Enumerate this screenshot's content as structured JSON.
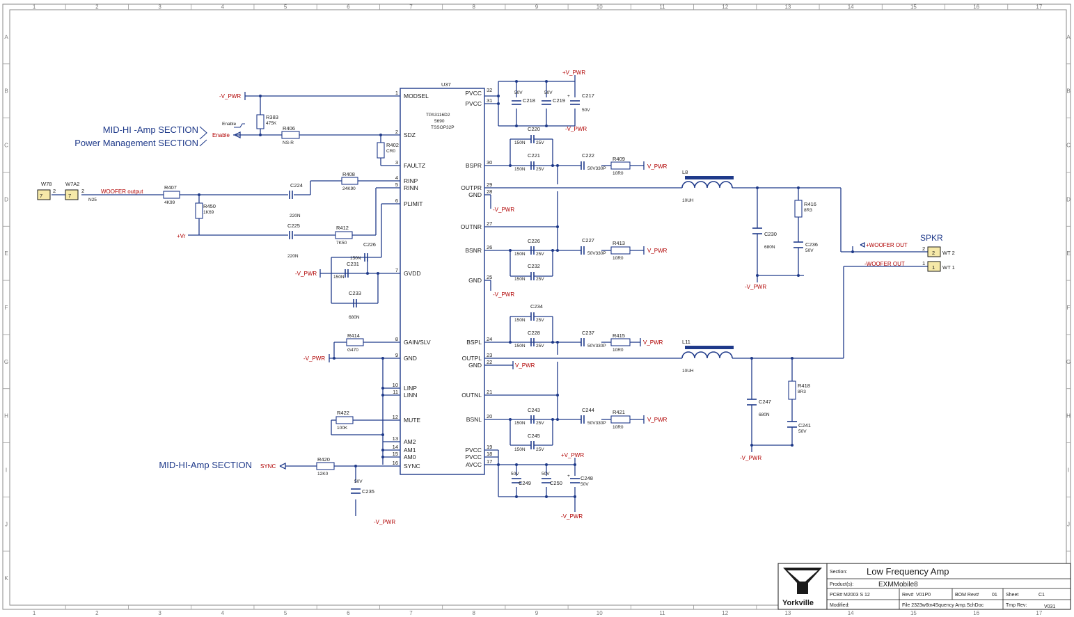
{
  "border": {
    "columns": [
      "1",
      "2",
      "3",
      "4",
      "5",
      "6",
      "7",
      "8",
      "9",
      "10",
      "11",
      "12",
      "13",
      "14",
      "15",
      "16",
      "17"
    ],
    "rows": [
      "A",
      "B",
      "C",
      "D",
      "E",
      "F",
      "G",
      "H",
      "I",
      "J",
      "K"
    ]
  },
  "sections": {
    "midhi_amp": "MID-HI -Amp  SECTION",
    "power_mgmt": "Power Management SECTION",
    "midhi_amp2": "MID-HI-Amp  SECTION"
  },
  "ic": {
    "ref": "U37",
    "part": "TPA3116D2",
    "value": "5690",
    "package": "TSSOP32P",
    "left_pins": [
      {
        "num": "1",
        "name": "MODSEL"
      },
      {
        "num": "2",
        "name": "SDZ"
      },
      {
        "num": "3",
        "name": "FAULTZ"
      },
      {
        "num": "4",
        "name": "RINP"
      },
      {
        "num": "5",
        "name": "RINN"
      },
      {
        "num": "6",
        "name": "PLIMIT"
      },
      {
        "num": "7",
        "name": "GVDD"
      },
      {
        "num": "8",
        "name": "GAIN/SLV"
      },
      {
        "num": "9",
        "name": "GND"
      },
      {
        "num": "10",
        "name": "LINP"
      },
      {
        "num": "11",
        "name": "LINN"
      },
      {
        "num": "12",
        "name": "MUTE"
      },
      {
        "num": "13",
        "name": "AM2"
      },
      {
        "num": "14",
        "name": "AM1"
      },
      {
        "num": "15",
        "name": "AM0"
      },
      {
        "num": "16",
        "name": "SYNC"
      }
    ],
    "right_pins": [
      {
        "num": "32",
        "name": "PVCC"
      },
      {
        "num": "31",
        "name": "PVCC"
      },
      {
        "num": "30",
        "name": "BSPR"
      },
      {
        "num": "29",
        "name": "OUTPR"
      },
      {
        "num": "28",
        "name": "GND"
      },
      {
        "num": "27",
        "name": "OUTNR"
      },
      {
        "num": "26",
        "name": "BSNR"
      },
      {
        "num": "25",
        "name": "GND"
      },
      {
        "num": "24",
        "name": "BSPL"
      },
      {
        "num": "23",
        "name": "OUTPL"
      },
      {
        "num": "22",
        "name": "GND"
      },
      {
        "num": "21",
        "name": "OUTNL"
      },
      {
        "num": "20",
        "name": "BSNL"
      },
      {
        "num": "19",
        "name": "PVCC"
      },
      {
        "num": "18",
        "name": "PVCC"
      },
      {
        "num": "17",
        "name": "AVCC"
      }
    ]
  },
  "power_labels": {
    "vpwr_pos": "+V_PWR",
    "vpwr_neg": "-V_PWR",
    "vpwr": "V_PWR",
    "vr": "+Vr"
  },
  "nets": {
    "enable": "Enable",
    "woofer_output": "WOOFER output",
    "woofer_out_pos": "+WOOFER OUT",
    "woofer_out_neg": "-WOOFER OUT",
    "sync": "SYNC"
  },
  "connectors": {
    "w78": "W78",
    "w7a2": "W7A2",
    "pin7": "7",
    "pin2": "2",
    "pin1": "1",
    "n25": "N25",
    "spkr": "SPKR",
    "wt2": "WT 2",
    "wt1": "WT 1"
  },
  "components": {
    "r383": {
      "ref": "R383",
      "val": "475K"
    },
    "r406": {
      "ref": "R406",
      "val": "NS-R"
    },
    "r402": {
      "ref": "R402",
      "val": "CR0"
    },
    "r407": {
      "ref": "R407",
      "val": "4K99"
    },
    "r408": {
      "ref": "R408",
      "val": "24K90"
    },
    "r450": {
      "ref": "R450",
      "val": "1K69"
    },
    "r412": {
      "ref": "R412",
      "val": "7K50"
    },
    "r414": {
      "ref": "R414",
      "val": "G470"
    },
    "r422": {
      "ref": "R422",
      "val": "100K"
    },
    "r420": {
      "ref": "R420",
      "val": "12K0"
    },
    "r409": {
      "ref": "R409",
      "val": "10R0"
    },
    "r413": {
      "ref": "R413",
      "val": "10R0"
    },
    "r415": {
      "ref": "R415",
      "val": "10R0"
    },
    "r421": {
      "ref": "R421",
      "val": "10R0"
    },
    "r416": {
      "ref": "R416",
      "val": "8R3"
    },
    "r418": {
      "ref": "R418",
      "val": "8R3"
    },
    "c218": {
      "ref": "C218",
      "val": "50V"
    },
    "c219": {
      "ref": "C219",
      "val": "50V"
    },
    "c217": {
      "ref": "C217",
      "val": "50V"
    },
    "c220": {
      "ref": "C220",
      "val": "150N"
    },
    "c221": {
      "ref": "C221",
      "val": "150N"
    },
    "c222": {
      "ref": "C222",
      "val": "50V330P"
    },
    "c224": {
      "ref": "C224",
      "val": "220N"
    },
    "c225": {
      "ref": "C225",
      "val": "220N"
    },
    "c226": {
      "ref": "C226",
      "val": "150N"
    },
    "c231": {
      "ref": "C231",
      "val": "150N"
    },
    "c233": {
      "ref": "C233",
      "val": "680N"
    },
    "c226b": {
      "ref": "C226",
      "val": "150N"
    },
    "c232": {
      "ref": "C232",
      "val": "150N"
    },
    "c227": {
      "ref": "C227",
      "val": "50V330P"
    },
    "c230": {
      "ref": "C230",
      "val": "680N"
    },
    "c236": {
      "ref": "C236",
      "val": "50V"
    },
    "c234": {
      "ref": "C234",
      "val": "150N"
    },
    "c228": {
      "ref": "C228",
      "val": "150N"
    },
    "c237": {
      "ref": "C237",
      "val": "50V330P"
    },
    "c243": {
      "ref": "C243",
      "val": "150N"
    },
    "c245": {
      "ref": "C245",
      "val": "150N"
    },
    "c244": {
      "ref": "C244",
      "val": "50V330P"
    },
    "c247": {
      "ref": "C247",
      "val": "680N"
    },
    "c241": {
      "ref": "C241",
      "val": "50V"
    },
    "c235": {
      "ref": "C235",
      "val": "50V"
    },
    "c249": {
      "ref": "C249",
      "val": "50V"
    },
    "c250": {
      "ref": "C250",
      "val": "50V"
    },
    "c248": {
      "ref": "C248",
      "val": "50V"
    },
    "cap_v25": "25V",
    "l8": {
      "ref": "L8",
      "val": "10UH"
    },
    "l11": {
      "ref": "L11",
      "val": "10UH"
    }
  },
  "title_block": {
    "section_label": "Section:",
    "section_value": "Low Frequency Amp",
    "products_label": "Product(s):",
    "products_value": "EXMMobile8",
    "pcb_label": "PCB#",
    "pcb_value": "M2003 S 12",
    "rev_label": "Rev#",
    "rev_value": "V01P0",
    "bom_label": "BOM Rev#",
    "bom_value": "01",
    "sheet_label": "Sheet",
    "sheet_value": "C1",
    "modified_label": "Modified:",
    "file_value": "File 2323w6tn4Squency Amp.SchDoc",
    "tmp_label": "Tmp Rev:",
    "tmp_value": "V031",
    "logo": "Yorkville"
  }
}
